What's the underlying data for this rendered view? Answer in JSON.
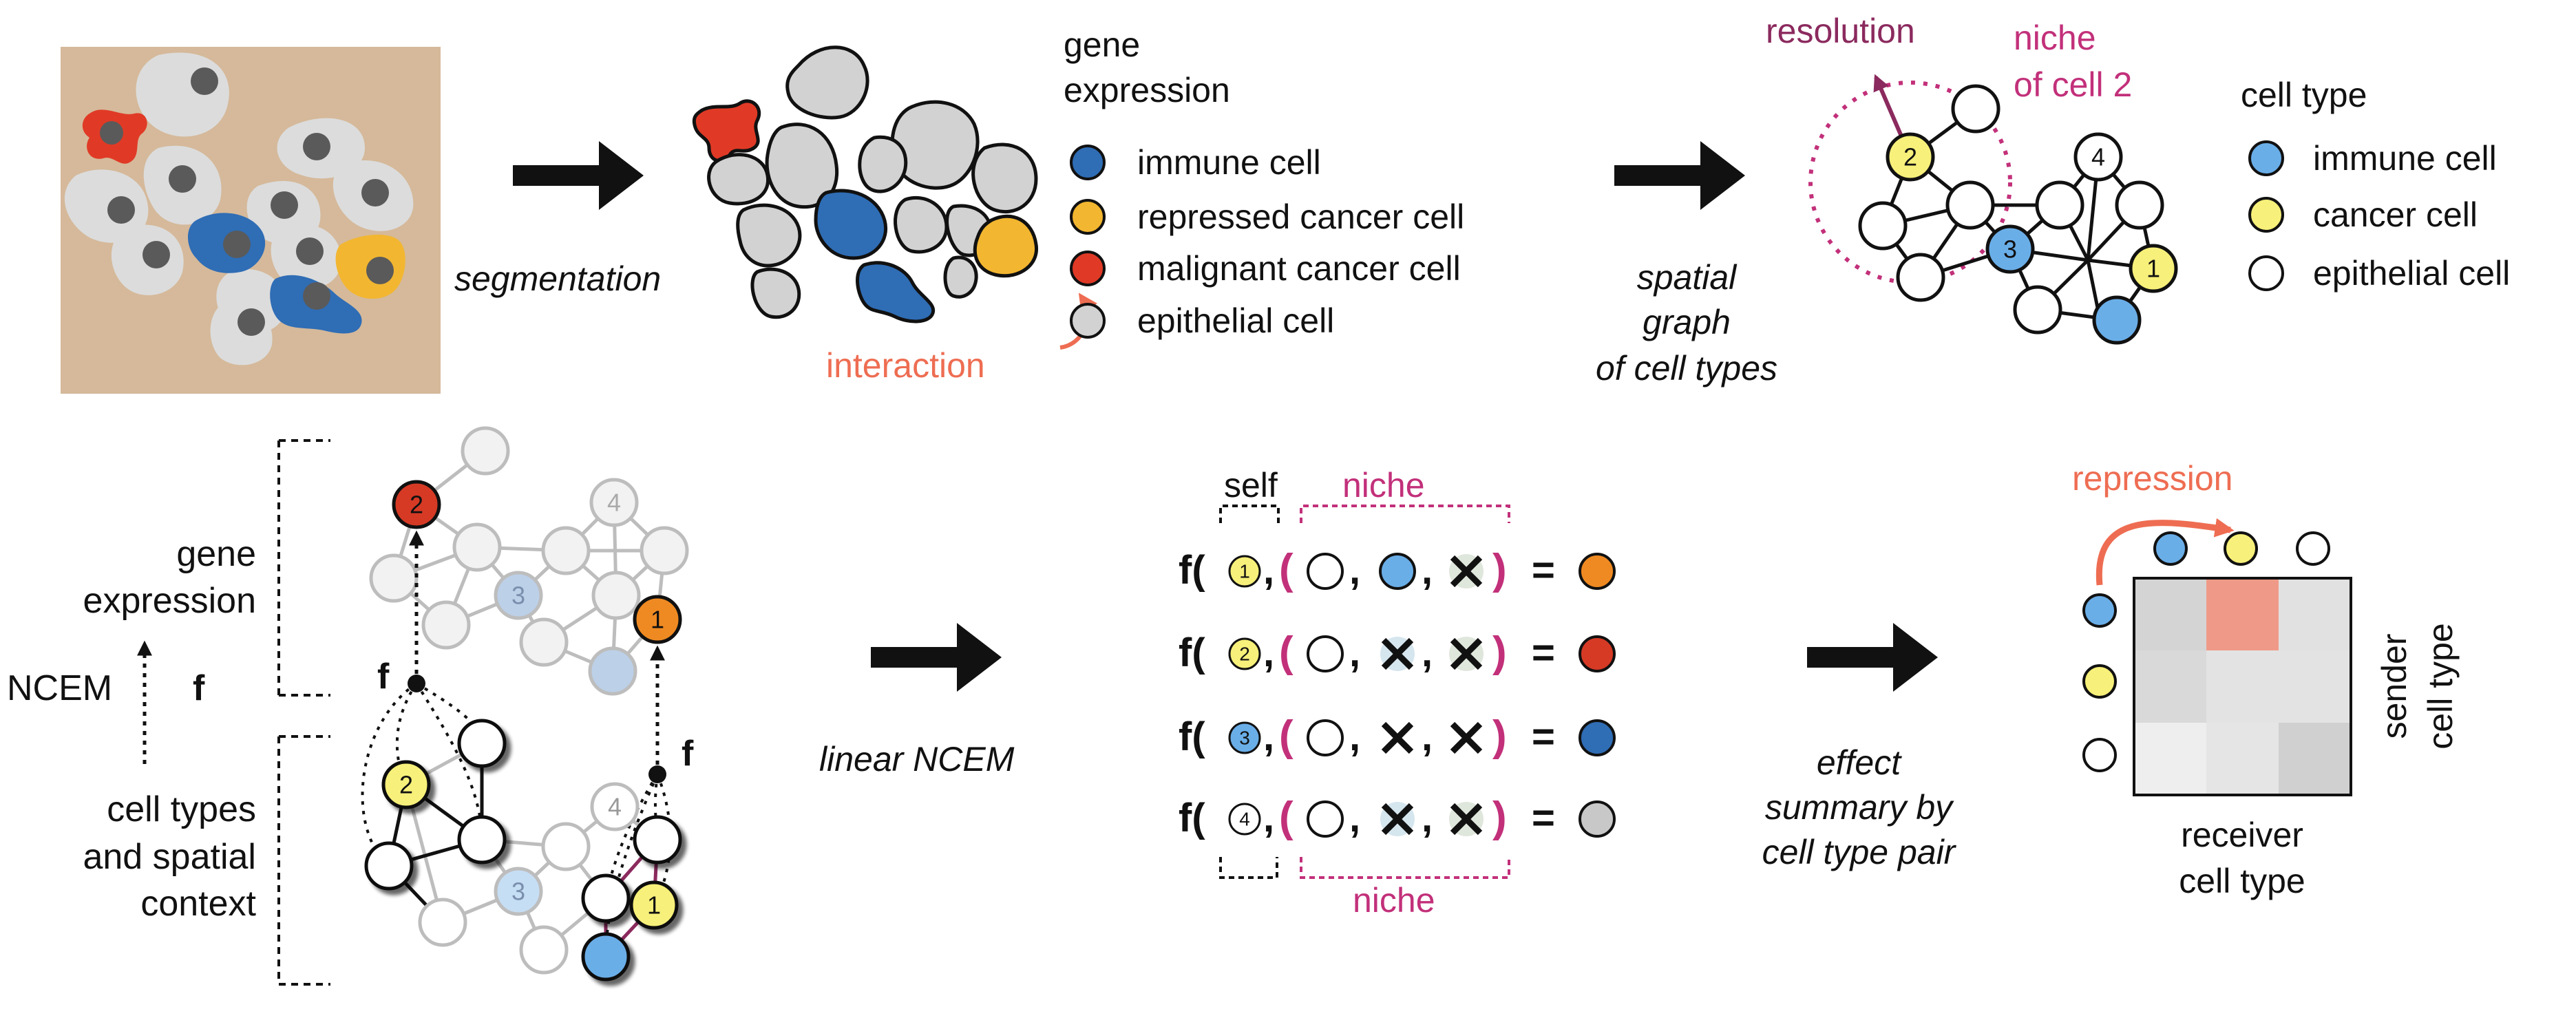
{
  "colors": {
    "immune": "#2f6db5",
    "immune_light": "#6aaee8",
    "repressed_cancer": "#f2b630",
    "cancer_yellow": "#f7f07a",
    "malignant": "#e03a26",
    "epithelial": "#d2d2d2",
    "tissue_bg": "#d5b99a",
    "accent_pink": "#c2307a",
    "accent_orange": "#ee6d52",
    "output_orange": "#ef8a22",
    "output_red": "#d63a25",
    "output_blue": "#2f6db5",
    "output_gray": "#c8c8c8"
  },
  "top": {
    "segmentation_label": "segmentation",
    "interaction_label": "interaction",
    "legend1": {
      "title_line1": "gene",
      "title_line2": "expression",
      "items": [
        "immune cell",
        "repressed cancer cell",
        "malignant cancer cell",
        "epithelial cell"
      ]
    },
    "graph_arrow_label": [
      "spatial",
      "graph",
      "of cell types"
    ],
    "resolution_label": "resolution",
    "niche_label_line1": "niche",
    "niche_label_line2": "of cell 2",
    "graph_nodes": {
      "n1": "1",
      "n2": "2",
      "n3": "3",
      "n4": "4"
    },
    "legend2": {
      "title": "cell type",
      "items": [
        "immune cell",
        "cancer cell",
        "epithelial cell"
      ]
    }
  },
  "bottom": {
    "gene_expression_line1": "gene",
    "gene_expression_line2": "expression",
    "ncem_label": "NCEM",
    "f_label": "f",
    "cell_types_lines": [
      "cell types",
      "and spatial",
      "context"
    ],
    "nodes": {
      "n1": "1",
      "n2": "2",
      "n3": "3",
      "n4": "4"
    },
    "linear_ncem_label": "linear NCEM",
    "self_label": "self",
    "niche_label": "niche",
    "eq_f": "f(",
    "eq_sep": ",",
    "eq_open": "(",
    "eq_close": ")",
    "eq_equals": "=",
    "eq_rows": [
      "1",
      "2",
      "3",
      "4"
    ],
    "effect_label": [
      "effect",
      "summary by",
      "cell type pair"
    ],
    "repression_label": "repression",
    "sender_label_line1": "sender",
    "sender_label_line2": "cell type",
    "receiver_label_line1": "receiver",
    "receiver_label_line2": "cell type"
  },
  "chart_data": {
    "type": "heatmap",
    "rows": [
      "immune cell",
      "cancer cell",
      "epithelial cell"
    ],
    "columns": [
      "immune cell",
      "cancer cell",
      "epithelial cell"
    ],
    "xlabel": "receiver cell type",
    "ylabel": "sender cell type",
    "cell_colors": [
      [
        "#d4d4d4",
        "#ef9a88",
        "#e1e1e1"
      ],
      [
        "#d9d9d9",
        "#e3e3e3",
        "#e3e3e3"
      ],
      [
        "#eeeeee",
        "#e5e5e5",
        "#d0d0d0"
      ]
    ]
  }
}
